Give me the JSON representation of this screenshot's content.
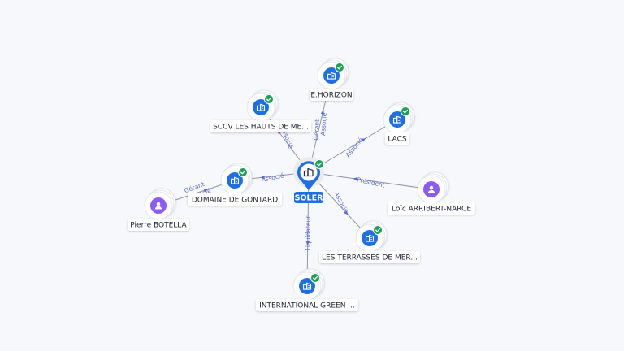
{
  "center": {
    "label": "SOLER",
    "icon": "company-icon",
    "verified": true
  },
  "colors": {
    "company": "#1f6fe0",
    "person": "#8a5cf0",
    "center": "#1f6fe0",
    "verified": "#1e9e57",
    "edge": "#8e97a8",
    "edge_label": "#5b6ad0"
  },
  "nodes": [
    {
      "id": "e-horizon",
      "label": "E.HORIZON",
      "type": "company",
      "icon": "company-icon",
      "verified": true
    },
    {
      "id": "sccv",
      "label": "SCCV LES HAUTS DE ME...",
      "type": "company",
      "icon": "company-icon",
      "verified": true
    },
    {
      "id": "lacs",
      "label": "LACS",
      "type": "company",
      "icon": "company-icon",
      "verified": true
    },
    {
      "id": "loic",
      "label": "Loïc ARRIBERT-NARCE",
      "type": "person",
      "icon": "person-icon",
      "verified": false
    },
    {
      "id": "terrasses",
      "label": "LES TERRASSES DE MER...",
      "type": "company",
      "icon": "company-icon",
      "verified": true
    },
    {
      "id": "international",
      "label": "INTERNATIONAL GREEN ...",
      "type": "company",
      "icon": "company-icon",
      "verified": true
    },
    {
      "id": "gontard",
      "label": "DOMAINE DE GONTARD",
      "type": "company",
      "icon": "company-icon",
      "verified": true
    },
    {
      "id": "pierre",
      "label": "Pierre BOTELLA",
      "type": "person",
      "icon": "person-icon",
      "verified": false
    }
  ],
  "edges": [
    {
      "from": "center",
      "to": "e-horizon",
      "labels": [
        "Gérant",
        "Associé"
      ]
    },
    {
      "from": "center",
      "to": "sccv",
      "labels": [
        "Associé"
      ]
    },
    {
      "from": "center",
      "to": "lacs",
      "labels": [
        "Associé"
      ]
    },
    {
      "from": "loic",
      "to": "center",
      "labels": [
        "Président"
      ]
    },
    {
      "from": "center",
      "to": "terrasses",
      "labels": [
        "Associé"
      ]
    },
    {
      "from": "center",
      "to": "international",
      "labels": [
        "Liquidateur"
      ]
    },
    {
      "from": "center",
      "to": "gontard",
      "labels": [
        "Associé"
      ]
    },
    {
      "from": "pierre",
      "to": "gontard",
      "labels": [
        "Gérant",
        "Associé"
      ]
    }
  ]
}
